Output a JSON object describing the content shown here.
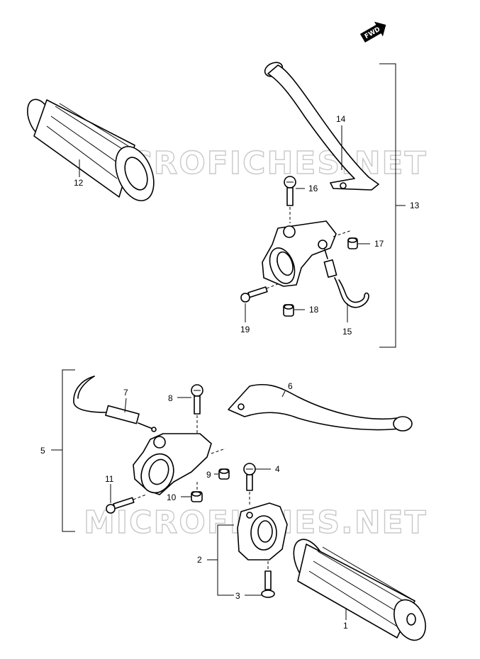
{
  "fwd_label": "FWD",
  "watermark": "MICROFICHES.NET",
  "callouts": [
    {
      "id": "p1",
      "label": "1"
    },
    {
      "id": "p2",
      "label": "2"
    },
    {
      "id": "p3",
      "label": "3"
    },
    {
      "id": "p4",
      "label": "4"
    },
    {
      "id": "p5",
      "label": "5"
    },
    {
      "id": "p6",
      "label": "6"
    },
    {
      "id": "p7",
      "label": "7"
    },
    {
      "id": "p8",
      "label": "8"
    },
    {
      "id": "p9",
      "label": "9"
    },
    {
      "id": "p10",
      "label": "10"
    },
    {
      "id": "p11",
      "label": "11"
    },
    {
      "id": "p12",
      "label": "12"
    },
    {
      "id": "p13",
      "label": "13"
    },
    {
      "id": "p14",
      "label": "14"
    },
    {
      "id": "p15",
      "label": "15"
    },
    {
      "id": "p16",
      "label": "16"
    },
    {
      "id": "p17",
      "label": "17"
    },
    {
      "id": "p18",
      "label": "18"
    },
    {
      "id": "p19",
      "label": "19"
    }
  ]
}
